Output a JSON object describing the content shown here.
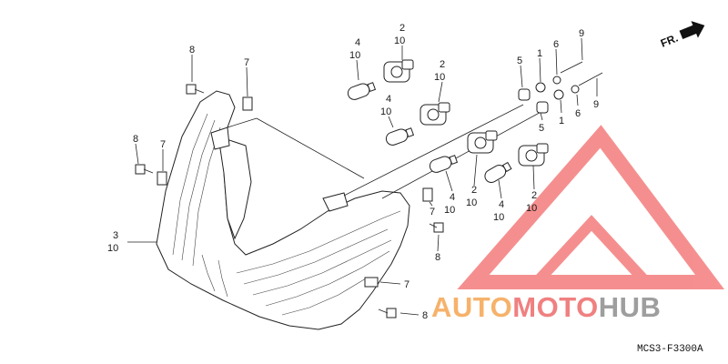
{
  "direction_label": "FR.",
  "watermark": {
    "part_a": "AUTO",
    "part_b": "MOTO",
    "part_c": "HUB",
    "color_a": "#f6b26b",
    "color_b": "#f08080",
    "color_c": "#9e9e9e",
    "logo_color": "#f47c7c"
  },
  "diagram_code": "MCS3-F3300A",
  "callouts": [
    {
      "id": "c-2-10-a",
      "part": "2",
      "qty": "10"
    },
    {
      "id": "c-4-10-a",
      "part": "4",
      "qty": "10"
    },
    {
      "id": "c-2-10-b",
      "part": "2",
      "qty": "10"
    },
    {
      "id": "c-4-10-b",
      "part": "4",
      "qty": "10"
    },
    {
      "id": "c-5-a",
      "part": "5"
    },
    {
      "id": "c-1-a",
      "part": "1"
    },
    {
      "id": "c-6-a",
      "part": "6"
    },
    {
      "id": "c-9-a",
      "part": "9"
    },
    {
      "id": "c-5-b",
      "part": "5"
    },
    {
      "id": "c-1-b",
      "part": "1"
    },
    {
      "id": "c-6-b",
      "part": "6"
    },
    {
      "id": "c-9-b",
      "part": "9"
    },
    {
      "id": "c-8-a",
      "part": "8"
    },
    {
      "id": "c-7-a",
      "part": "7"
    },
    {
      "id": "c-8-b",
      "part": "8"
    },
    {
      "id": "c-7-b",
      "part": "7"
    },
    {
      "id": "c-3-10",
      "part": "3",
      "qty": "10"
    },
    {
      "id": "c-2-10-c",
      "part": "2",
      "qty": "10"
    },
    {
      "id": "c-4-10-c",
      "part": "4",
      "qty": "10"
    },
    {
      "id": "c-7-c",
      "part": "7"
    },
    {
      "id": "c-8-c",
      "part": "8"
    },
    {
      "id": "c-4-10-d",
      "part": "4",
      "qty": "10"
    },
    {
      "id": "c-2-10-d",
      "part": "2",
      "qty": "10"
    },
    {
      "id": "c-7-d",
      "part": "7"
    },
    {
      "id": "c-8-d",
      "part": "8"
    }
  ]
}
